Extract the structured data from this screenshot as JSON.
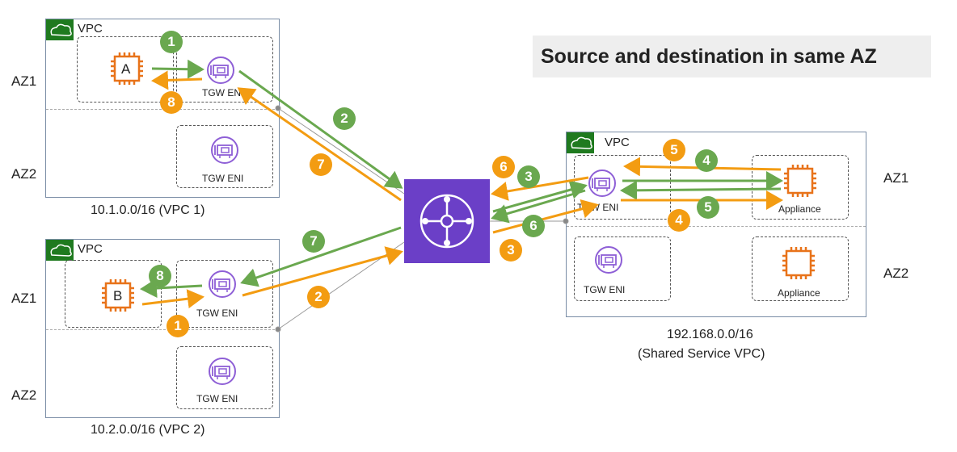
{
  "title": "Source and destination in same AZ",
  "vpc_label": "VPC",
  "az": {
    "az1": "AZ1",
    "az2": "AZ2"
  },
  "vpc1": {
    "cidr": "10.1.0.0/16 (VPC 1)",
    "instance": "A",
    "eni_label": "TGW ENI"
  },
  "vpc2": {
    "cidr": "10.2.0.0/16 (VPC 2)",
    "instance": "B",
    "eni_label": "TGW ENI"
  },
  "shared": {
    "cidr_line1": "192.168.0.0/16",
    "cidr_line2": "(Shared Service VPC)",
    "eni_label": "TGW ENI",
    "appliance_label": "Appliance"
  },
  "steps": {
    "s1": "1",
    "s2": "2",
    "s3": "3",
    "s4": "4",
    "s5": "5",
    "s6": "6",
    "s7": "7",
    "s8": "8"
  },
  "colors": {
    "green": "#6aa84f",
    "orange": "#f39c12",
    "purple": "#6b3fc7",
    "vpc_green": "#1f7a1f",
    "chip": "#e8731a"
  }
}
